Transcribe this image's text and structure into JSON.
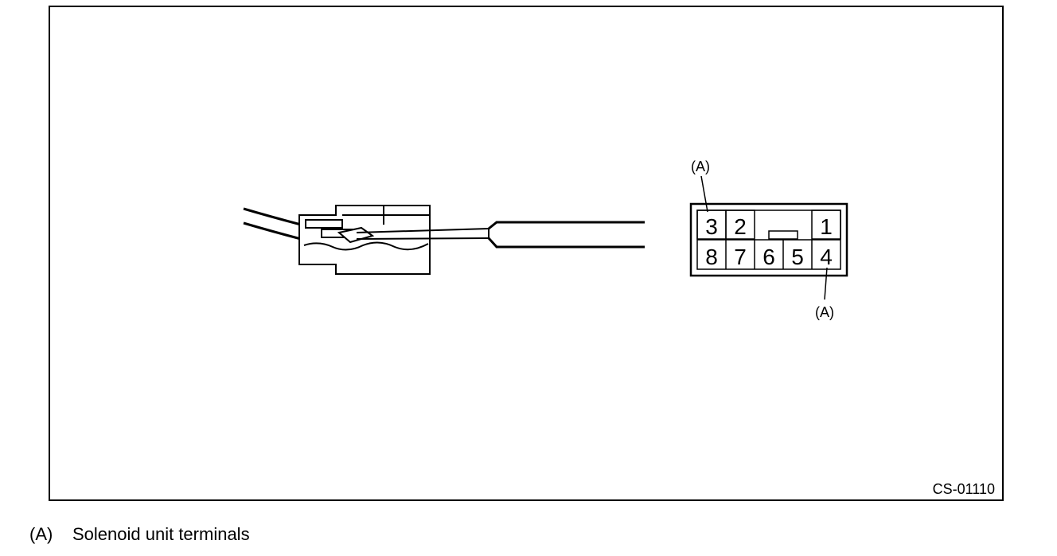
{
  "figure": {
    "code": "CS-01110",
    "connector": {
      "terminals_top": [
        "3",
        "2",
        "1"
      ],
      "terminals_bottom": [
        "8",
        "7",
        "6",
        "5",
        "4"
      ],
      "callout_top": "(A)",
      "callout_bottom": "(A)"
    }
  },
  "legend": {
    "key": "(A)",
    "text": "Solenoid unit terminals"
  }
}
